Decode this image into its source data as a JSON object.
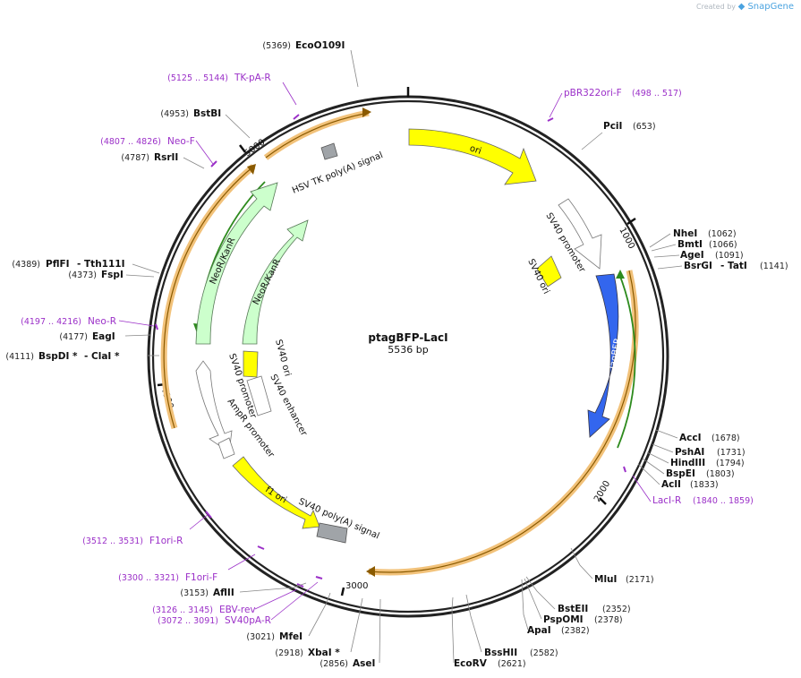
{
  "credit": {
    "prefix": "Created by",
    "brand": "SnapGene"
  },
  "plasmid": {
    "name": "ptagBFP-LacI",
    "length_label": "5536 bp"
  },
  "ticks": [
    "1000",
    "2000",
    "3000",
    "4000",
    "5000"
  ],
  "enzymes": [
    {
      "pos": "(5369)",
      "name": "EcoO109I"
    },
    {
      "pos": "(653)",
      "name": "PciI"
    },
    {
      "pos": "(1062)",
      "name": "NheI"
    },
    {
      "pos": "(1066)",
      "name": "BmtI"
    },
    {
      "pos": "(1091)",
      "name": "AgeI"
    },
    {
      "pos": "(1141)",
      "name": "BsrGI",
      "suffix": "- TatI"
    },
    {
      "pos": "(1678)",
      "name": "AccI"
    },
    {
      "pos": "(1731)",
      "name": "PshAI"
    },
    {
      "pos": "(1794)",
      "name": "HindIII"
    },
    {
      "pos": "(1803)",
      "name": "BspEI"
    },
    {
      "pos": "(1833)",
      "name": "AclI"
    },
    {
      "pos": "(2171)",
      "name": "MluI"
    },
    {
      "pos": "(2352)",
      "name": "BstEII"
    },
    {
      "pos": "(2378)",
      "name": "PspOMI"
    },
    {
      "pos": "(2382)",
      "name": "ApaI"
    },
    {
      "pos": "(2582)",
      "name": "BssHII"
    },
    {
      "pos": "(2621)",
      "name": "EcoRV"
    },
    {
      "pos": "(2856)",
      "name": "AseI"
    },
    {
      "pos": "(2918)",
      "name": "XbaI *"
    },
    {
      "pos": "(3021)",
      "name": "MfeI"
    },
    {
      "pos": "(3153)",
      "name": "AflII"
    },
    {
      "pos": "(4111)",
      "name": "BspDI *",
      "suffix": "- ClaI *"
    },
    {
      "pos": "(4177)",
      "name": "EagI"
    },
    {
      "pos": "(4373)",
      "name": "FspI"
    },
    {
      "pos": "(4389)",
      "name": "PflFI",
      "suffix": "- Tth111I"
    },
    {
      "pos": "(4787)",
      "name": "RsrII"
    },
    {
      "pos": "(4953)",
      "name": "BstBI"
    }
  ],
  "primers": [
    {
      "range": "(5125 .. 5144)",
      "name": "TK-pA-R"
    },
    {
      "range": "(498 .. 517)",
      "name": "pBR322ori-F"
    },
    {
      "range": "(4807 .. 4826)",
      "name": "Neo-F"
    },
    {
      "range": "(4197 .. 4216)",
      "name": "Neo-R"
    },
    {
      "range": "(1840 .. 1859)",
      "name": "LacI-R"
    },
    {
      "range": "(3512 .. 3531)",
      "name": "F1ori-R"
    },
    {
      "range": "(3300 .. 3321)",
      "name": "F1ori-F"
    },
    {
      "range": "(3126 .. 3145)",
      "name": "EBV-rev"
    },
    {
      "range": "(3072 .. 3091)",
      "name": "SV40pA-R"
    }
  ],
  "features": {
    "ori": "ori",
    "sv40_promoter_top": "SV40 promoter",
    "sv40_ori_top": "SV40 ori",
    "tagbfp": "TagBFP",
    "hsv_tk": "HSV TK poly(A) signal",
    "neor_outer": "NeoR/KanR",
    "neor_inner": "NeoR/KanR",
    "sv40_ori_left": "SV40 ori",
    "sv40_enhancer": "SV40 enhancer",
    "sv40_promoter_left": "SV40 promoter",
    "ampr_promoter": "AmpR promoter",
    "f1_ori": "f1 ori",
    "sv40_polya": "SV40 poly(A) signal"
  },
  "colors": {
    "ring": "#222222",
    "primer": "#9b30c8",
    "ori": "#ffff00",
    "tagbfp": "#3366ee",
    "neor": "#ccffcc",
    "polya": "#a0a4a8",
    "orf_highlight": "#f2c27a",
    "orf_arrow": "#8a5a00",
    "orf_green": "#2e8b1e"
  }
}
